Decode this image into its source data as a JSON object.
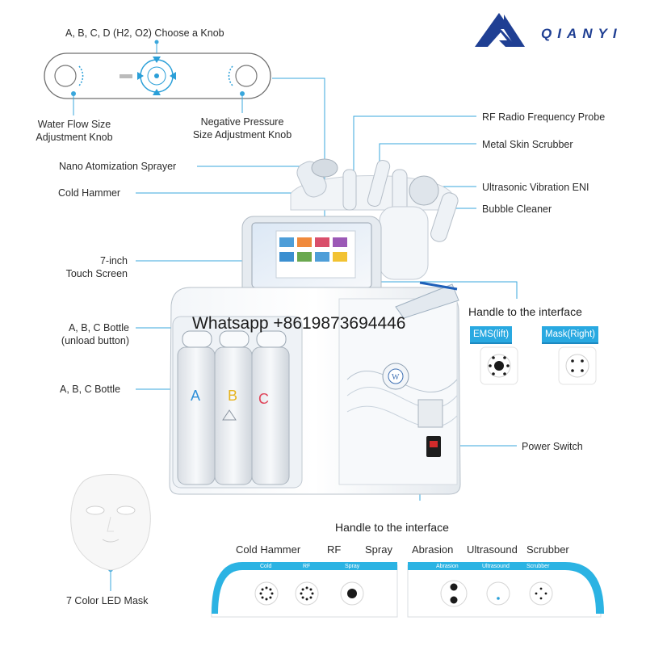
{
  "brand": {
    "name": "QIANYI",
    "accent": "#1f3f93"
  },
  "watermark": "Whatsapp +8619873694446",
  "knob_panel": {
    "title": "A, B, C, D (H2, O2) Choose a Knob",
    "water_flow_label": "Water Flow Size\nAdjustment Knob",
    "negative_pressure_label": "Negative Pressure\nSize Adjustment Knob"
  },
  "labels_left": {
    "nano_sprayer": "Nano Atomization Sprayer",
    "cold_hammer": "Cold Hammer",
    "touch_screen": "7-inch\nTouch Screen",
    "bottle_unload": "A, B, C Bottle\n(unload button)",
    "bottle": "A, B, C Bottle",
    "led_mask": "7 Color LED Mask"
  },
  "labels_right": {
    "rf_probe": "RF Radio Frequency Probe",
    "metal_scrubber": "Metal Skin Scrubber",
    "ultrasonic": "Ultrasonic Vibration ENI",
    "bubble_cleaner": "Bubble Cleaner",
    "power_switch": "Power Switch"
  },
  "interface_right": {
    "title": "Handle to the interface",
    "ems_label": "EMS(lift)",
    "mask_label": "Mask(Right)"
  },
  "interface_bottom": {
    "title": "Handle to the interface",
    "headers": [
      "Cold Hammer",
      "RF",
      "Spray",
      "Abrasion",
      "Ultrasound",
      "Scrubber"
    ],
    "panel_captions": [
      "Cold",
      "RF",
      "Spray",
      "Abrasion",
      "Ultrasound",
      "Scrubber"
    ]
  },
  "bottles": [
    "A",
    "B",
    "C"
  ],
  "colors": {
    "accent": "#29a9e1",
    "line": "#3aa7dc",
    "bottle_a": "#2e8fd8",
    "bottle_b": "#e6b21c",
    "bottle_c": "#e0455a"
  }
}
